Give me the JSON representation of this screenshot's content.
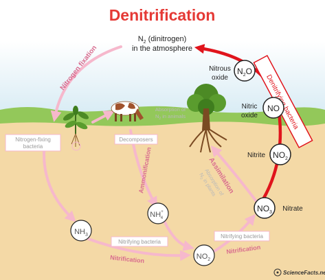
{
  "title": "Denitrification",
  "atmosphere": {
    "line1": "N",
    "sub": "2",
    "line2": " (dinitrogen)",
    "line3": "in the atmosphere"
  },
  "compounds": {
    "n2o": {
      "pre": "N",
      "sub": "2",
      "post": "O",
      "label_1": "Nitrous",
      "label_2": "oxide"
    },
    "no": {
      "text": "NO",
      "label_1": "Nitric",
      "label_2": "oxide"
    },
    "no2_right": {
      "pre": "NO",
      "sub": "2",
      "label": "Nitrite"
    },
    "no3": {
      "pre": "NO",
      "sub": "3",
      "label": "Nitrate"
    },
    "nh3": {
      "pre": "NH",
      "sub": "3"
    },
    "nh4": {
      "pre": "NH",
      "sub": "4",
      "sup": "+"
    },
    "no2_bottom": {
      "pre": "NO",
      "sub": "2"
    }
  },
  "processes": {
    "denitrifying_bacteria": "Denitrifying bacteria",
    "nitrogen_fixation": "Nitrogen fixation",
    "nitrogen_fixing_bacteria_1": "Nitrogen-fixing",
    "nitrogen_fixing_bacteria_2": "bacteria",
    "decomposers": "Decomposers",
    "ammonification": "Ammonification",
    "absorption_animals_1": "Absorption of",
    "absorption_animals_2": "N",
    "absorption_animals_3": " in animals",
    "assimilation": "Assimilation",
    "absorption_plants_1": "Absorption of",
    "absorption_plants_2": "N",
    "absorption_plants_3": " in plants",
    "nitrifying_bacteria_1": "Nitrifying bacteria",
    "nitrifying_bacteria_2": "Nitrifying bacteria",
    "nitrification_1": "Nitrification",
    "nitrification_2": "Nitrification"
  },
  "branding": "ScienceFacts.net",
  "colors": {
    "title": "#e53935",
    "denitrification_arrow": "#e0141c",
    "cycle_arrow": "#f6b8cc",
    "sky": "#dfeff6",
    "soil": "#f4d9a6",
    "grass": "#93c85a",
    "faded_text": "#b9b9b9",
    "pink_text": "#d86b8e"
  },
  "icons": [
    "plant-icon",
    "cow-icon",
    "tree-icon",
    "sciencefacts-logo-icon"
  ]
}
